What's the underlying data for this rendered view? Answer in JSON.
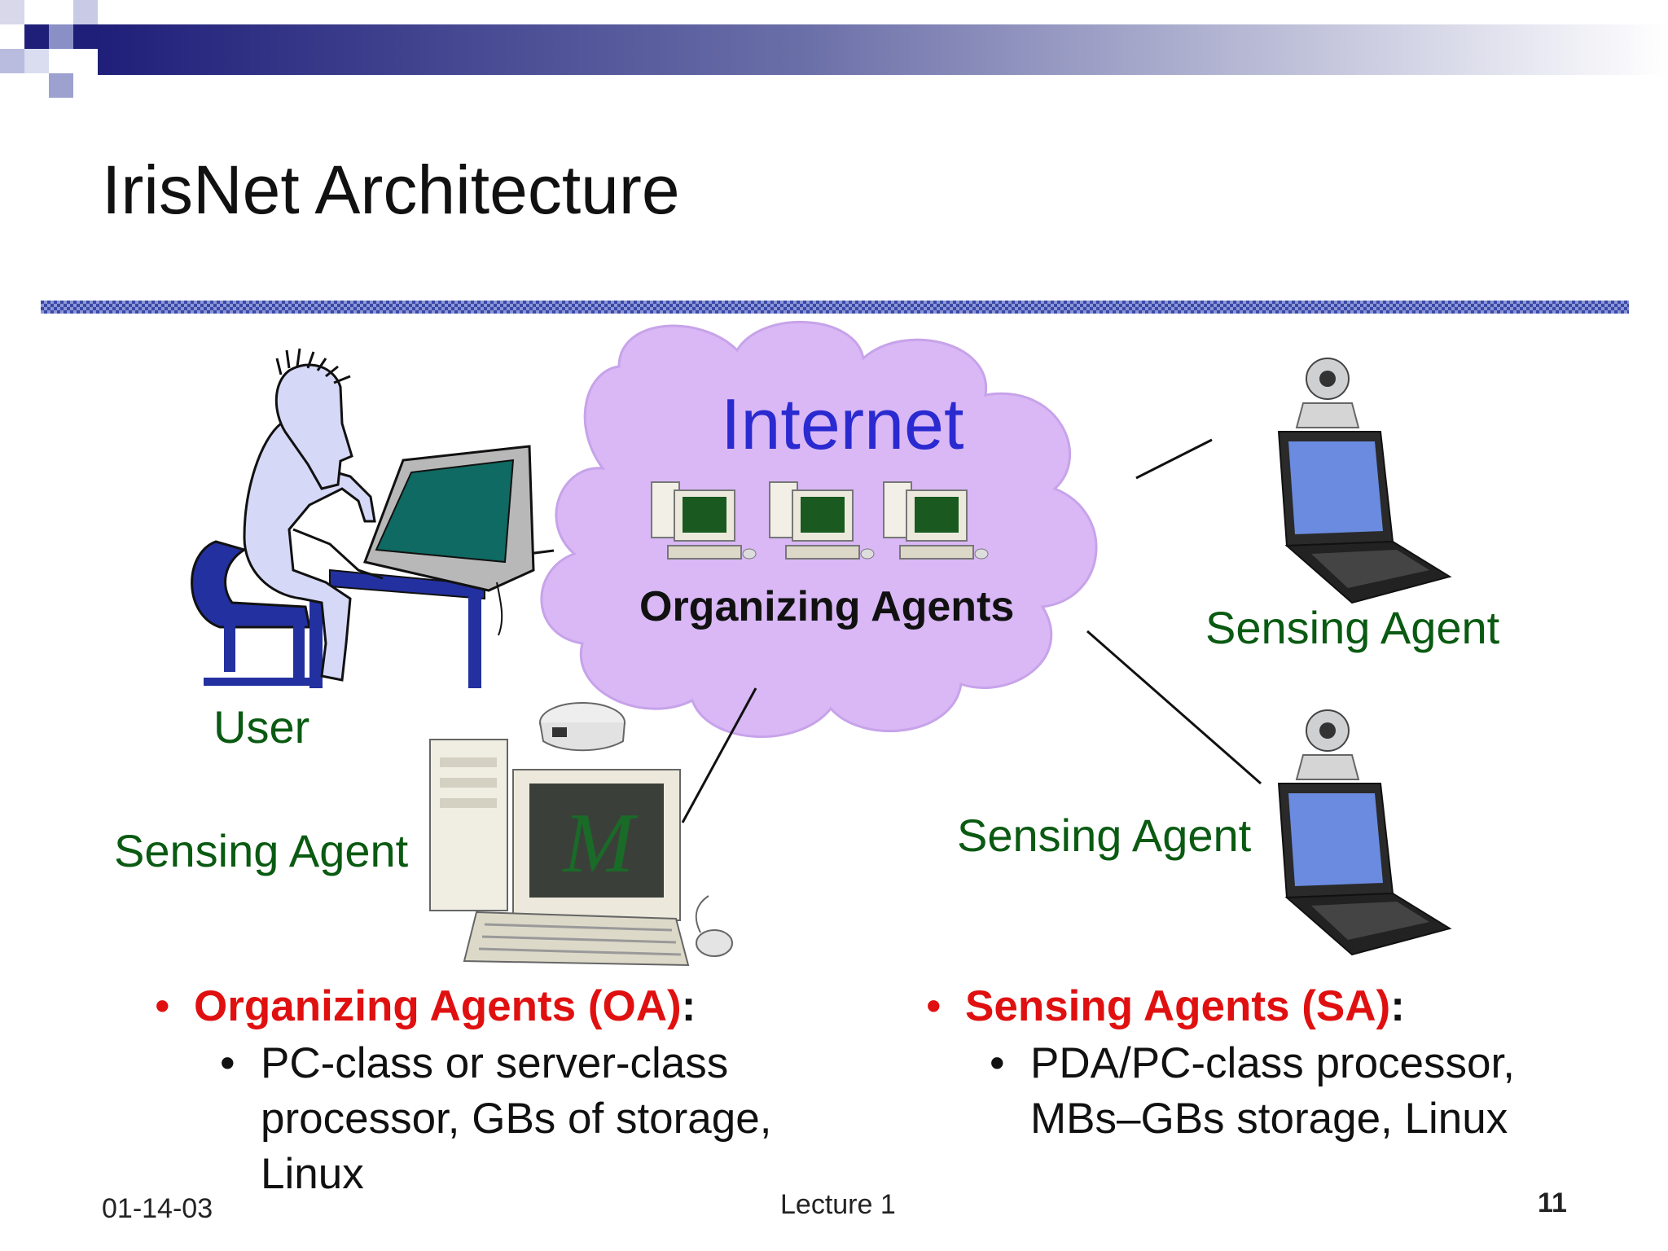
{
  "slide": {
    "title": "IrisNet Architecture",
    "accent_colors": {
      "header_bar": "#1f1f7a",
      "divider": "#3a4aa8",
      "cloud": "#d9b8f5",
      "label_green": "#0a5a12",
      "bullet_red": "#e01010"
    }
  },
  "diagram": {
    "cloud_label": "Internet",
    "organizing_caption": "Organizing Agents",
    "user_label": "User",
    "sensing_labels": [
      "Sensing Agent",
      "Sensing Agent",
      "Sensing Agent"
    ],
    "monitor_glyph": "M",
    "icons": [
      "person-at-computer-icon",
      "desktop-pc-icon",
      "webcam-icon",
      "laptop-icon",
      "cloud-icon"
    ]
  },
  "bullets": {
    "left": {
      "heading": "Organizing Agents (OA)",
      "colon": ":",
      "sub_lines": [
        "PC-class or server-class",
        "processor, GBs of storage,",
        "Linux"
      ]
    },
    "right": {
      "heading": "Sensing Agents (SA)",
      "colon": ":",
      "sub_lines": [
        "PDA/PC-class processor,",
        "MBs–GBs storage, Linux"
      ]
    }
  },
  "footer": {
    "date": "01-14-03",
    "center": "Lecture 1",
    "page_number": "11"
  }
}
